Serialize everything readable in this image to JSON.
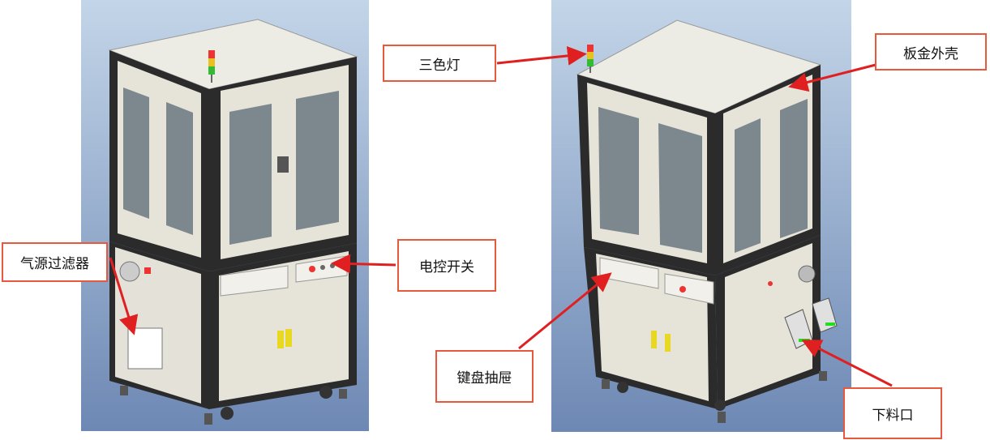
{
  "labels": {
    "tower_light": "三色灯",
    "sheet_metal_shell": "板金外壳",
    "air_filter": "气源过滤器",
    "electrical_switch": "电控开关",
    "keyboard_drawer": "键盘抽屉",
    "discharge_port": "下料口"
  },
  "colors": {
    "callout_border": "#e8583c",
    "arrow": "#e02020",
    "background_top": "#c3d5e8",
    "background_bottom": "#6d88b4",
    "frame": "#2a2a2a",
    "panel": "#ece9df",
    "window": "#7f8990"
  }
}
